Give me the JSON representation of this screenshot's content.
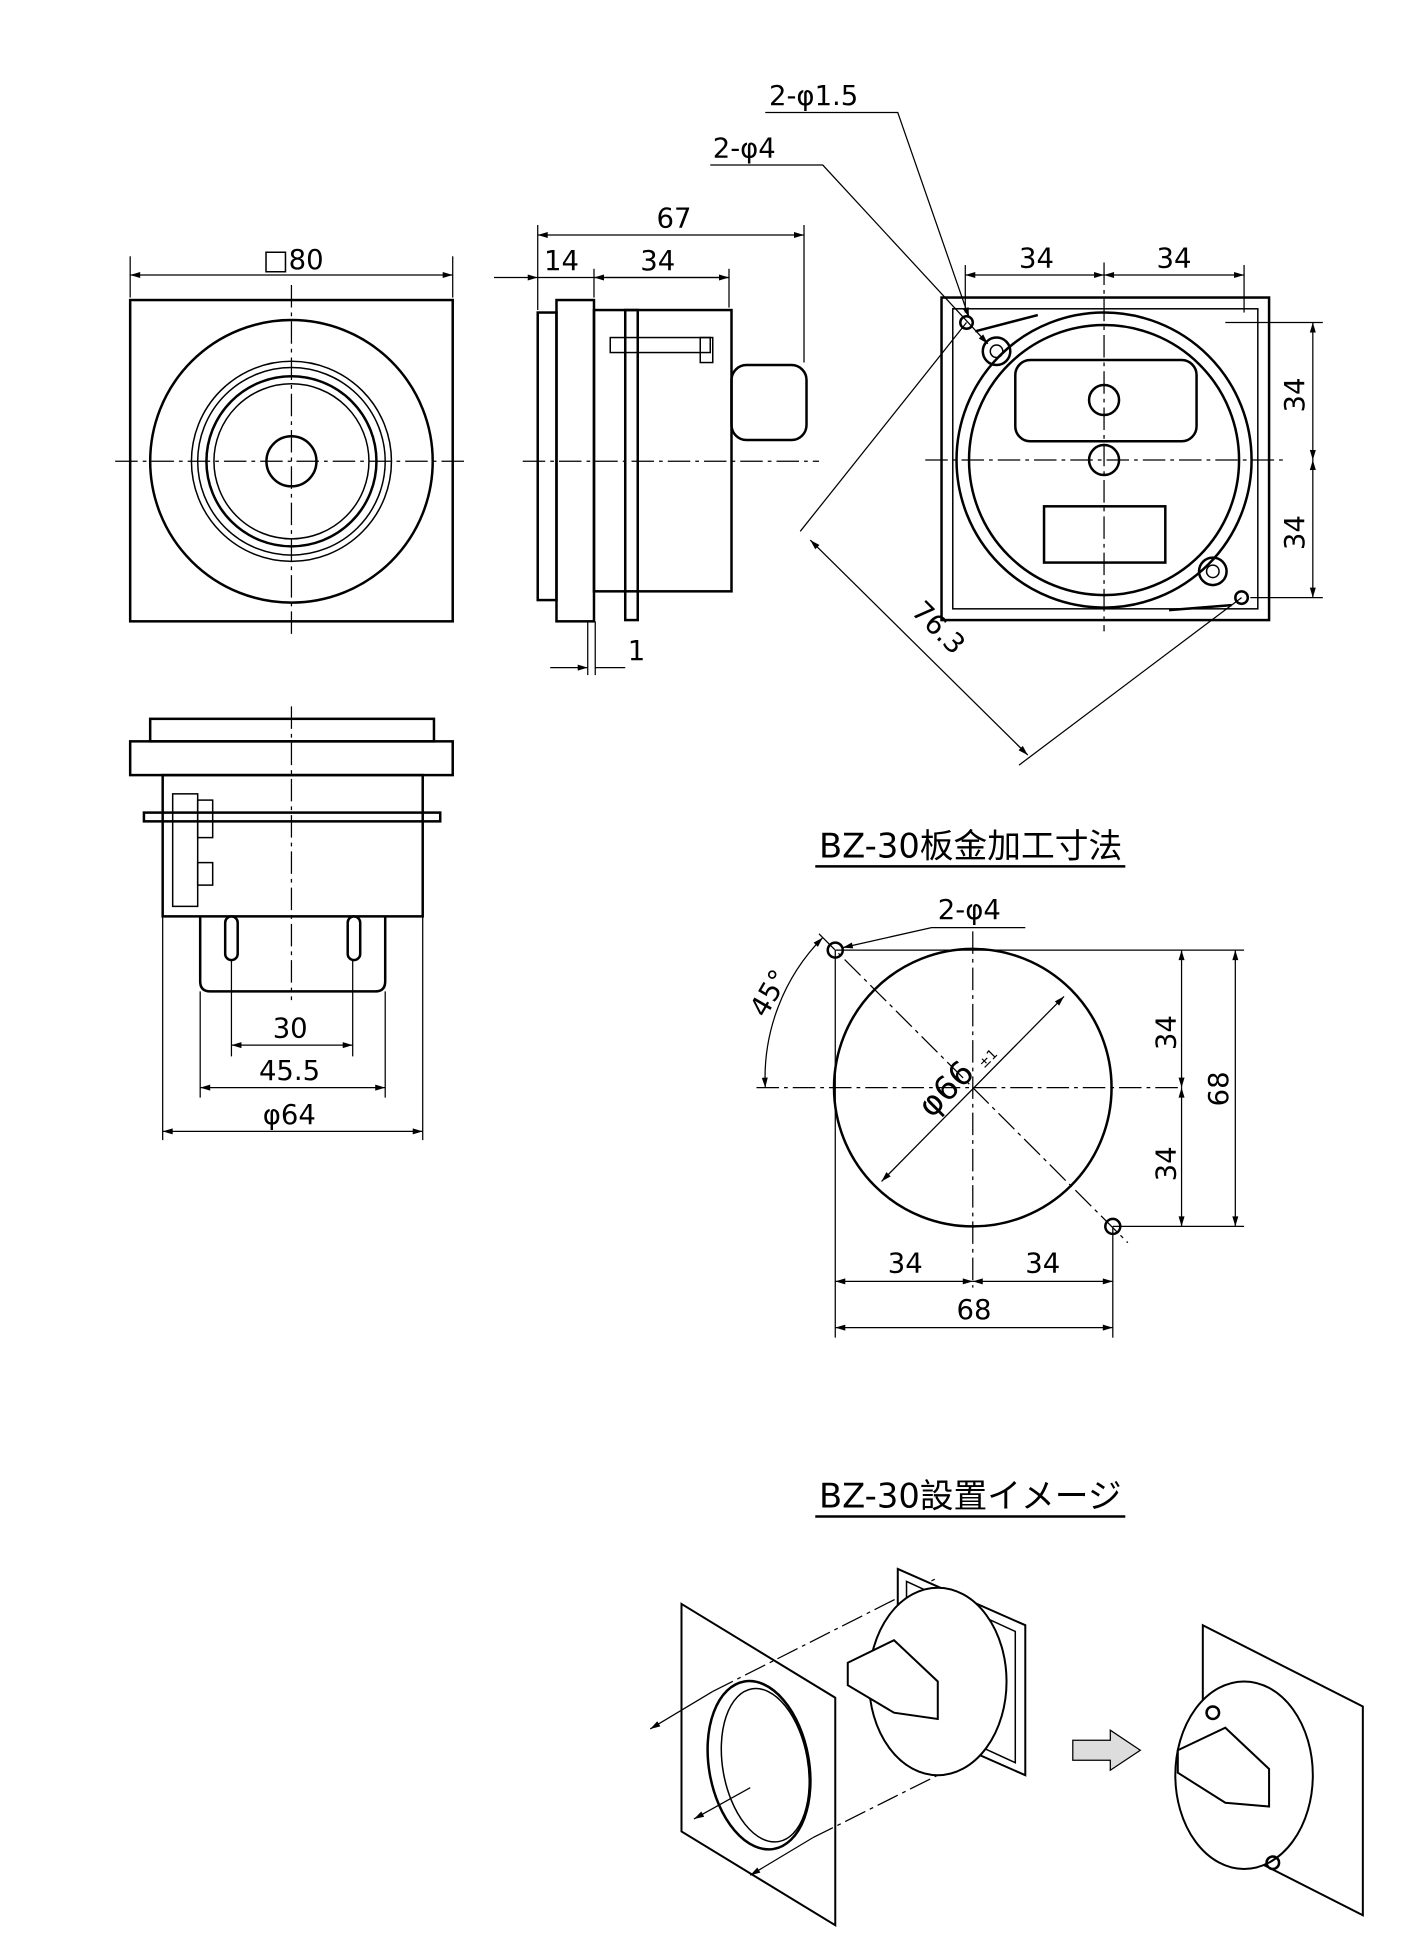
{
  "front_view": {
    "width_label": "□80"
  },
  "side_view": {
    "overall_label": "67",
    "flange_label": "14",
    "body_label": "34",
    "plate_label": "1"
  },
  "rear_view": {
    "hole_small_label": "2-φ1.5",
    "hole_large_label": "2-φ4",
    "top_left_label": "34",
    "top_right_label": "34",
    "right_upper_label": "34",
    "right_lower_label": "34",
    "diagonal_label": "76.3"
  },
  "bottom_view": {
    "pin_pitch_label": "30",
    "box_width_label": "45.5",
    "body_dia_label": "φ64"
  },
  "cutout": {
    "title": "BZ-30板金加工寸法",
    "hole_label": "2-φ4",
    "angle_label": "45°",
    "diameter_label": "φ66",
    "tolerance_label": "±1",
    "v_upper": "34",
    "v_lower": "34",
    "v_total": "68",
    "h_left": "34",
    "h_right": "34",
    "h_total": "68"
  },
  "install": {
    "title": "BZ-30設置イメージ"
  }
}
